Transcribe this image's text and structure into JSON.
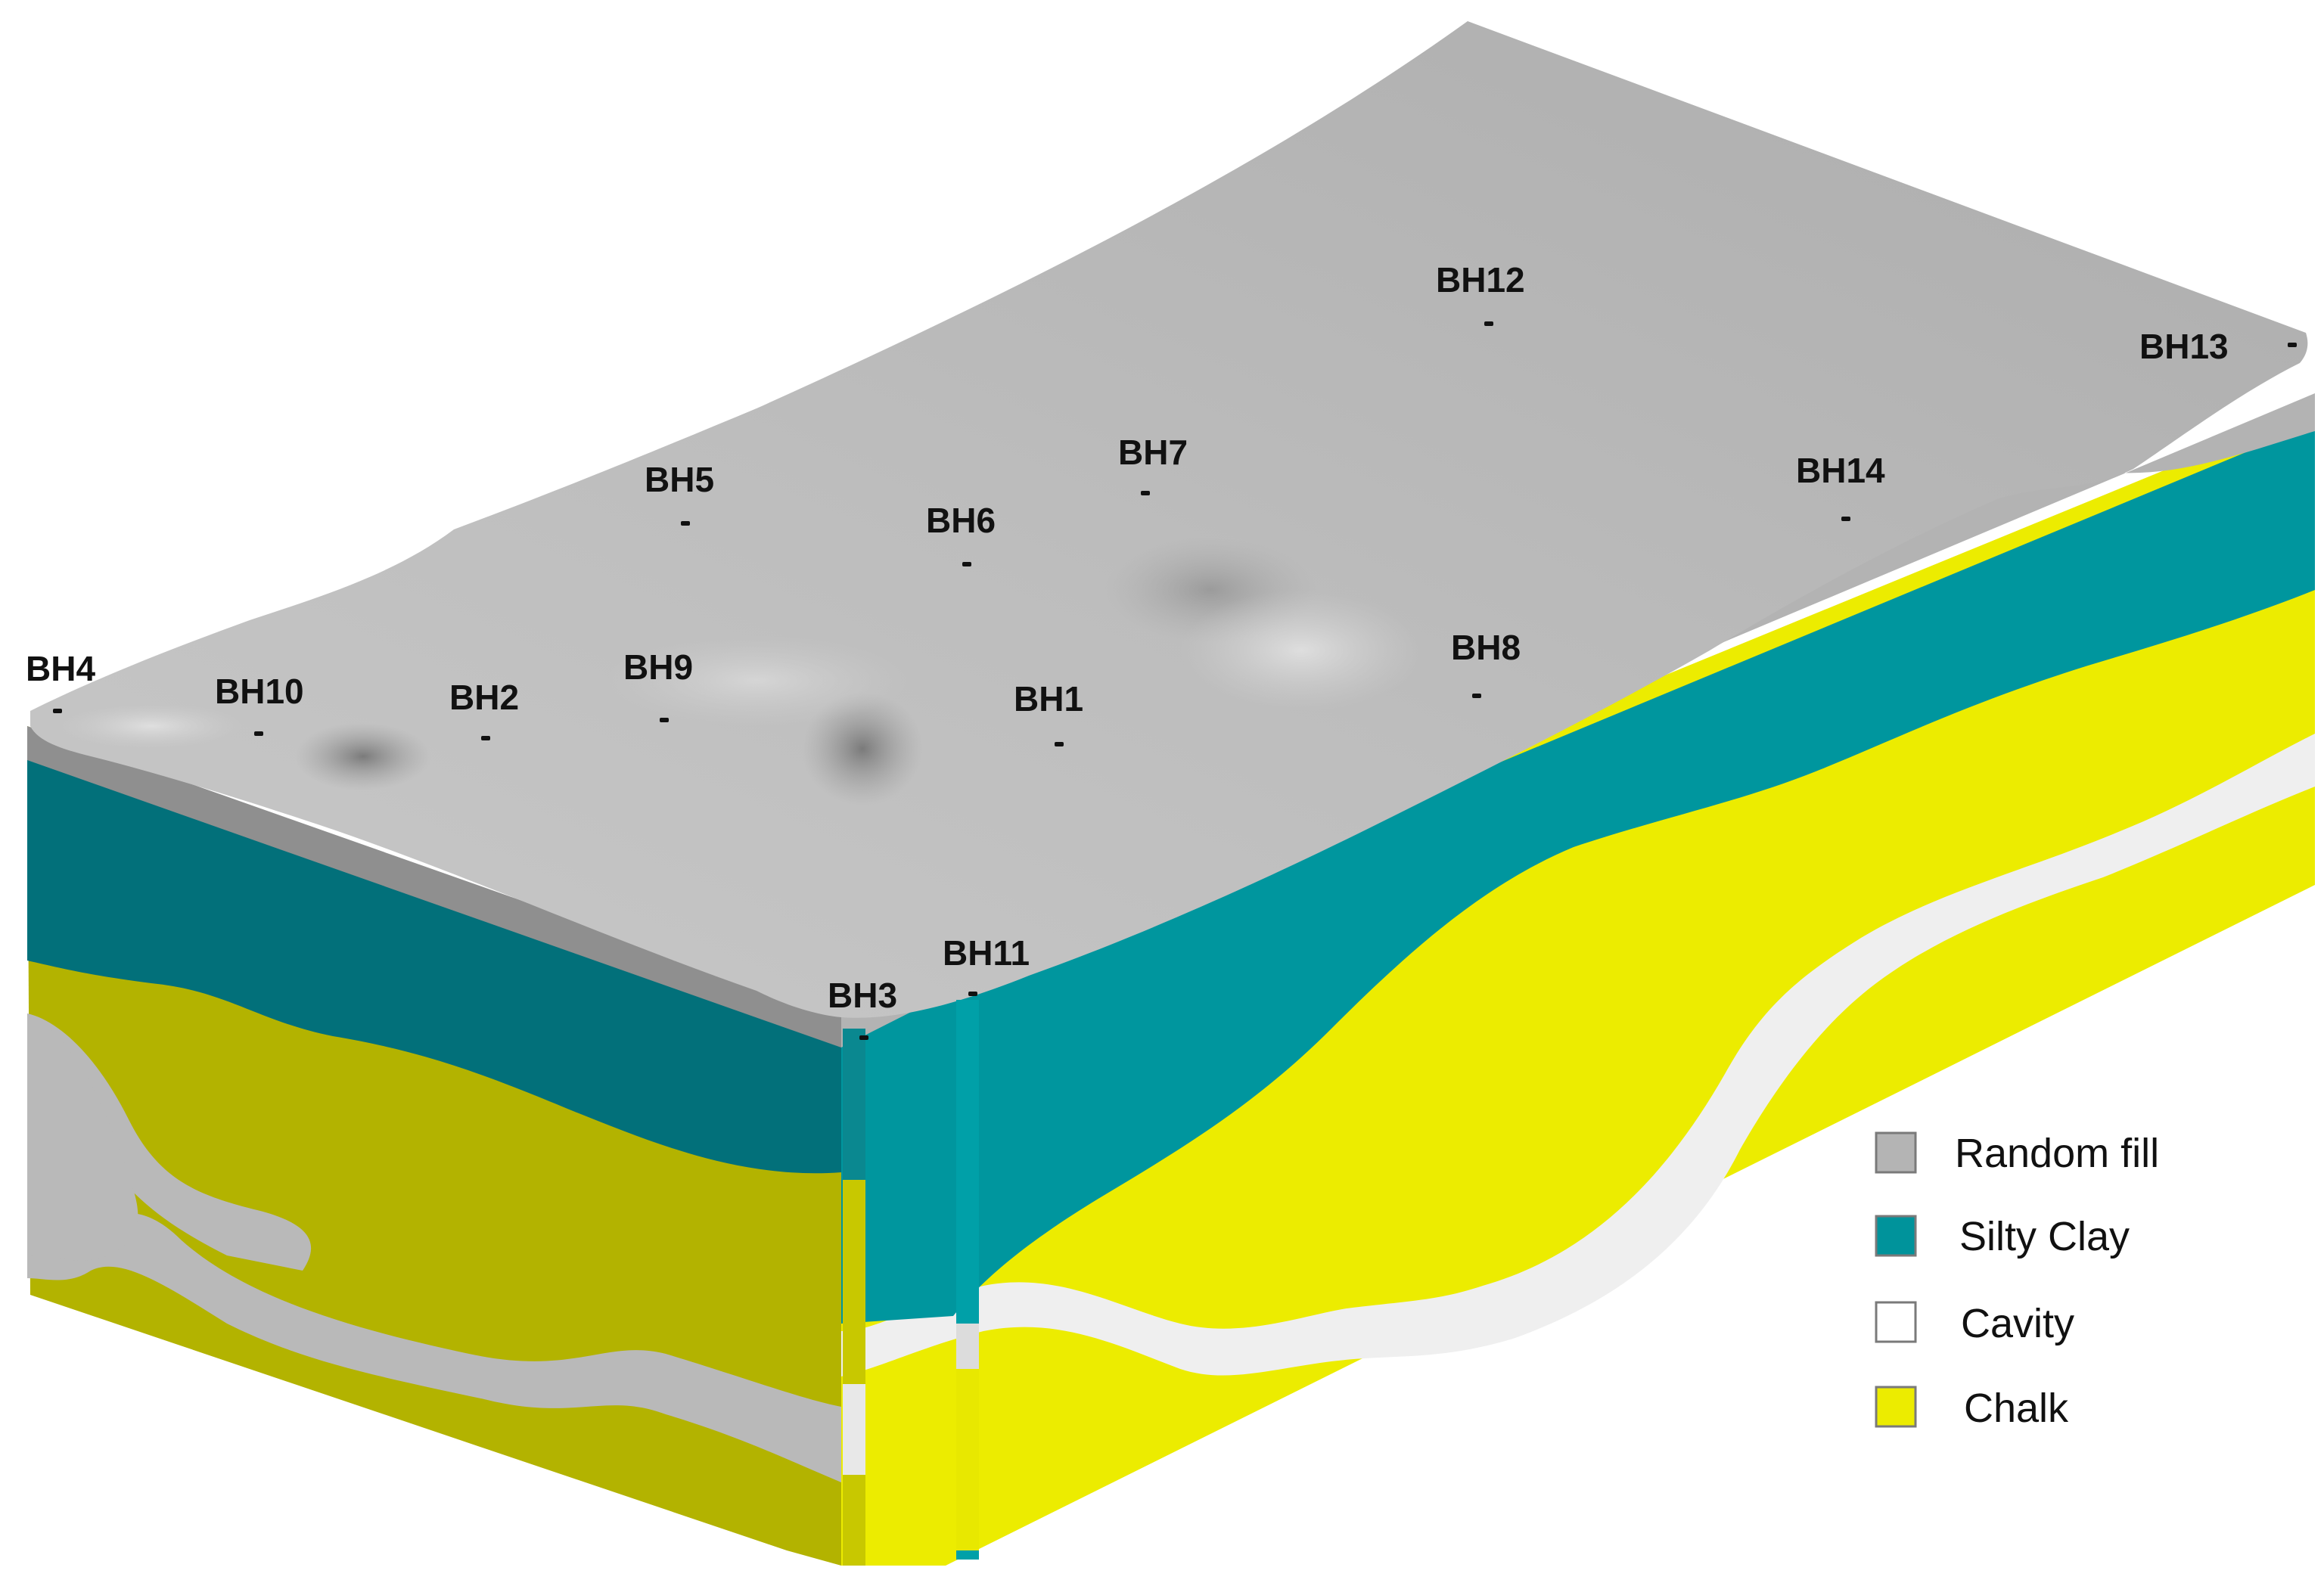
{
  "colors": {
    "random_fill": "#b4b4b4",
    "silty_clay": "#00939b",
    "cavity": "#f2f2f2",
    "chalk": "#ecec00"
  },
  "boreholes": [
    {
      "label": "BH4"
    },
    {
      "label": "BH10"
    },
    {
      "label": "BH2"
    },
    {
      "label": "BH9"
    },
    {
      "label": "BH5"
    },
    {
      "label": "BH6"
    },
    {
      "label": "BH7"
    },
    {
      "label": "BH1"
    },
    {
      "label": "BH12"
    },
    {
      "label": "BH8"
    },
    {
      "label": "BH13"
    },
    {
      "label": "BH14"
    },
    {
      "label": "BH3"
    },
    {
      "label": "BH11"
    }
  ],
  "legend": {
    "items": [
      {
        "label": "Random fill",
        "color": "#b4b4b4"
      },
      {
        "label": "Silty Clay",
        "color": "#00939b"
      },
      {
        "label": "Cavity",
        "color": "#ffffff"
      },
      {
        "label": "Chalk",
        "color": "#ecec00"
      }
    ]
  }
}
